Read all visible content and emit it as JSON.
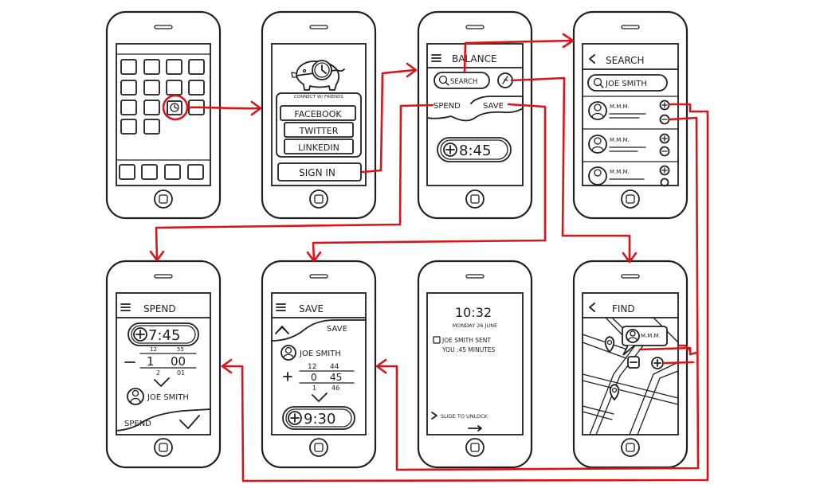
{
  "colors": {
    "ink": "#1f1f1f",
    "flow": "#d8151b",
    "paper": "#ffffff"
  },
  "screens": {
    "login": {
      "connect_label": "CONNECT W/ FRIENDS",
      "facebook": "FACEBOOK",
      "twitter": "TWITTER",
      "linkedin": "LINKEDIN",
      "sign_in": "SIGN IN",
      "icons": [
        "piggy-bank-icon",
        "clock-icon"
      ]
    },
    "balance": {
      "title": "BALANCE",
      "search": "SEARCH",
      "spend": "SPEND",
      "save": "SAVE",
      "time": "8:45",
      "icons": [
        "menu-icon",
        "search-icon",
        "plus-icon"
      ]
    },
    "search": {
      "title": "SEARCH",
      "query": "JOE SMITH",
      "result_1_name": "M.M.M.",
      "result_2_name": "M.M.M.",
      "result_3_name": "M.M.M.",
      "icons": [
        "back-icon",
        "avatar-icon",
        "plus-icon",
        "minus-icon"
      ]
    },
    "spend": {
      "title": "SPEND",
      "time": "7:45",
      "row_top_left": "12",
      "row_top_right": "55",
      "row_mid_left": "1",
      "row_mid_right": "00",
      "row_bot_left": "2",
      "row_bot_right": "01",
      "name": "JOE SMITH",
      "action": "SPEND"
    },
    "save": {
      "title": "SAVE",
      "action": "SAVE",
      "name": "JOE SMITH",
      "row_top_left": "12",
      "row_top_right": "44",
      "row_mid_left": "0",
      "row_mid_right": "45",
      "row_bot_left": "1",
      "row_bot_right": "46",
      "time": "9:30"
    },
    "lock": {
      "time": "10:32",
      "date": "MONDAY 26 JUNE",
      "notif_line1": "JOE SMITH SENT",
      "notif_line2": "YOU :45 MINUTES",
      "slide": "SLIDE TO UNLOCK"
    },
    "find": {
      "title": "FIND",
      "popup_name": "M.M.M.",
      "icons": [
        "back-icon",
        "map-pin-icon",
        "avatar-icon",
        "plus-icon",
        "minus-icon"
      ]
    }
  }
}
